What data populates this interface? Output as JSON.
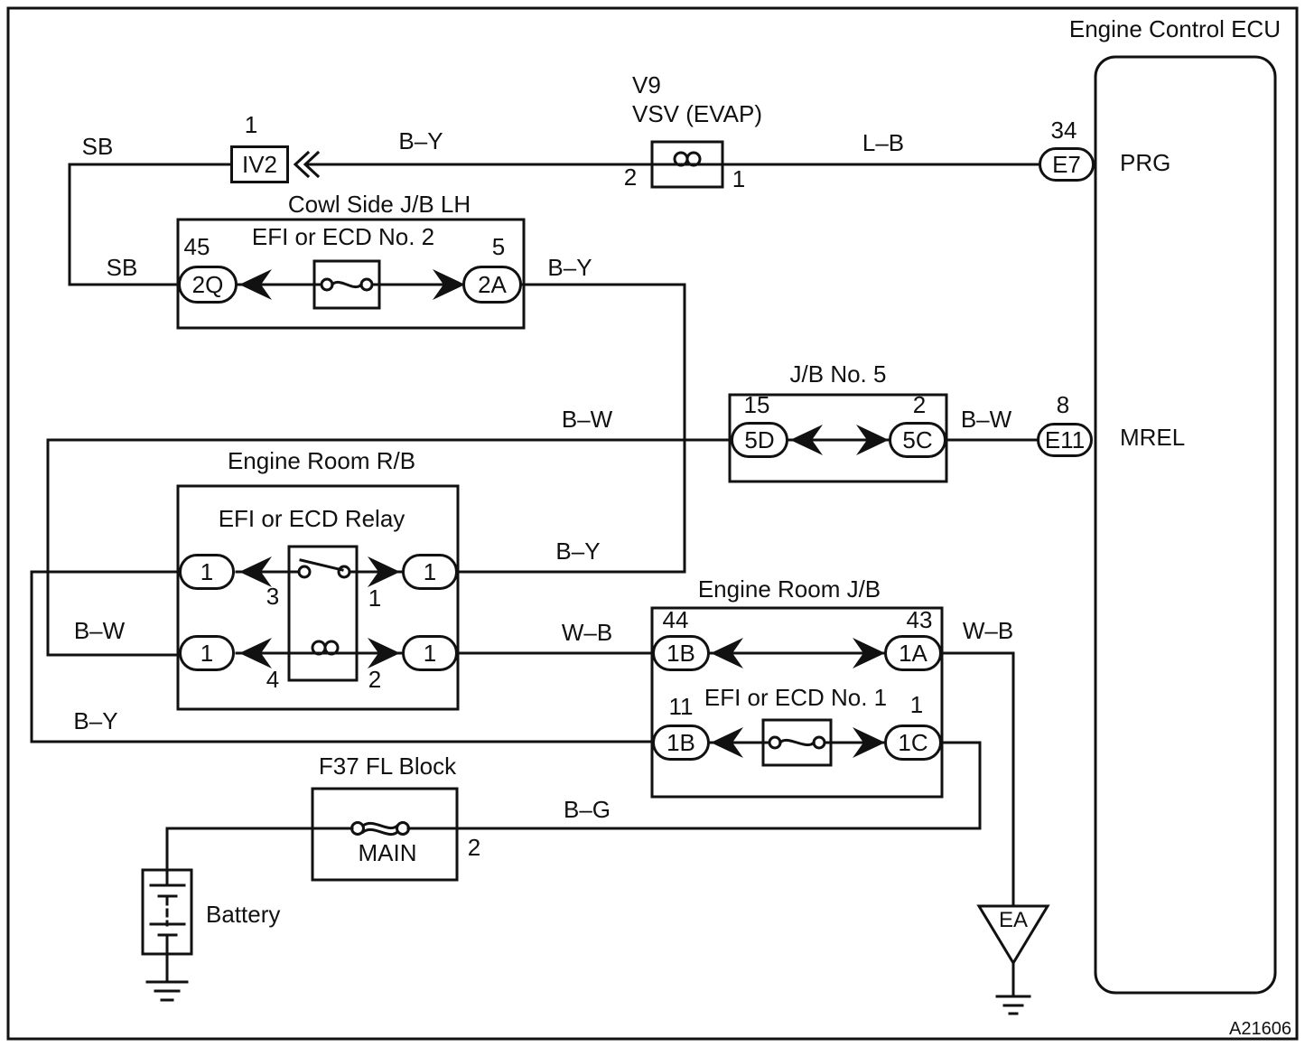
{
  "figure_code": "A21606",
  "ecu": {
    "title": "Engine Control ECU",
    "prg_pin": "34",
    "prg_conn": "E7",
    "prg": "PRG",
    "mrel_pin": "8",
    "mrel_conn": "E11",
    "mrel": "MREL"
  },
  "vsv": {
    "code": "V9",
    "name": "VSV (EVAP)",
    "pin2": "2",
    "pin1": "1"
  },
  "iv2": {
    "pin": "1",
    "label": "IV2"
  },
  "cowl_jb": {
    "title": "Cowl Side J/B LH",
    "fuse": "EFI or ECD No. 2",
    "pin_2q": "45",
    "conn_2q": "2Q",
    "pin_2a": "5",
    "conn_2a": "2A"
  },
  "jb5": {
    "title": "J/B No. 5",
    "pin_5d": "15",
    "conn_5d": "5D",
    "pin_5c": "2",
    "conn_5c": "5C"
  },
  "engine_room_rb": {
    "title": "Engine Room R/B",
    "relay": "EFI or ECD Relay",
    "conn": "1",
    "pin3": "3",
    "pin1": "1",
    "pin4": "4",
    "pin2": "2"
  },
  "engine_room_jb": {
    "title": "Engine Room J/B",
    "pin_44": "44",
    "conn_1b": "1B",
    "pin_43": "43",
    "conn_1a": "1A",
    "pin_11": "11",
    "fuse": "EFI or ECD No. 1",
    "pin_1": "1",
    "conn_1c": "1C"
  },
  "fl_block": {
    "title": "F37 FL Block",
    "fuse": "MAIN",
    "pin": "2"
  },
  "battery_label": "Battery",
  "ea_label": "EA",
  "wires": {
    "sb_top": "SB",
    "sb_left": "SB",
    "by_top": "B–Y",
    "lb": "L–B",
    "by_2a": "B–Y",
    "bw_long": "B–W",
    "bw_5c": "B–W",
    "bw_relay": "B–W",
    "by_relay": "B–Y",
    "wb_relay": "W–B",
    "wb_1a": "W–B",
    "by_bottom": "B–Y",
    "bg": "B–G"
  }
}
